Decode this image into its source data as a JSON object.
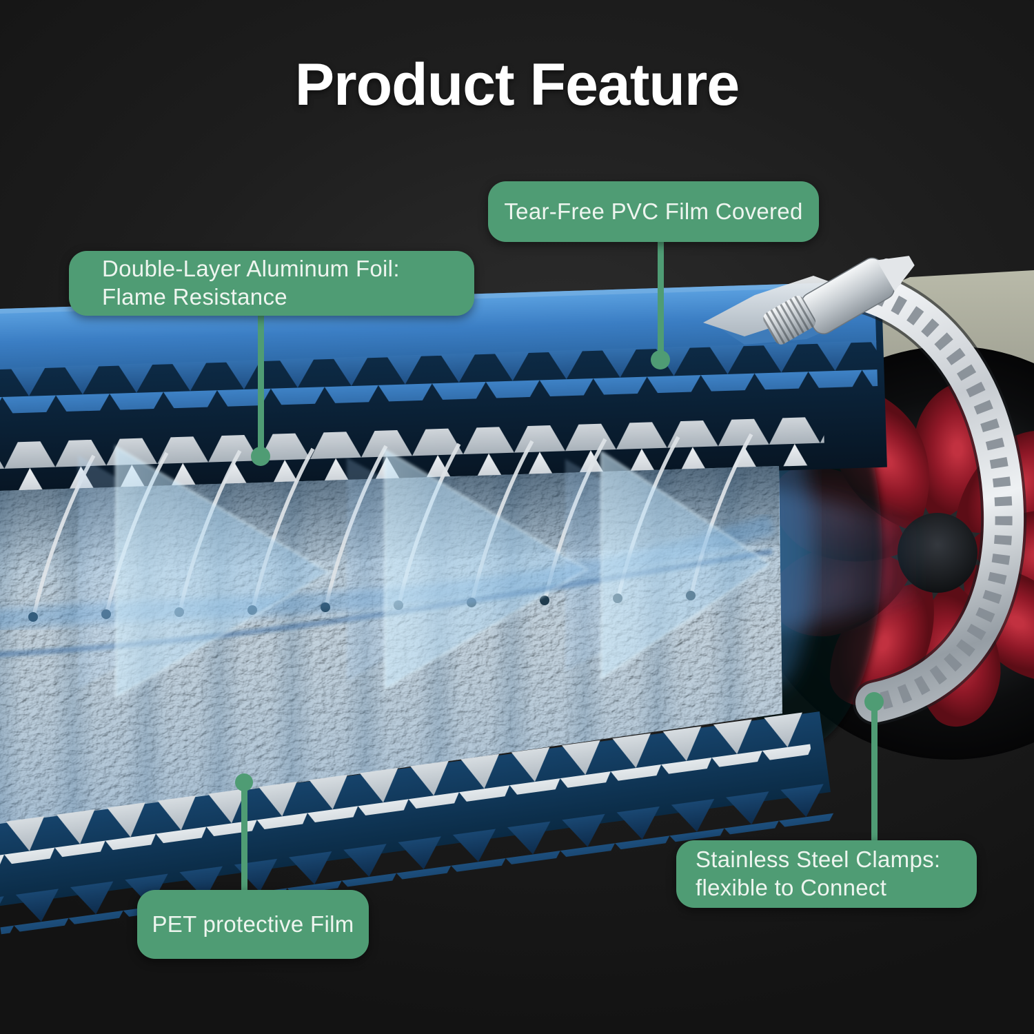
{
  "title": "Product Feature",
  "callouts": [
    {
      "name": "tear-free-pvc-film",
      "lines": [
        "Tear-Free PVC Film Covered"
      ]
    },
    {
      "name": "double-layer-aluminum-foil",
      "lines": [
        "Double-Layer Aluminum Foil:",
        "Flame Resistance"
      ]
    },
    {
      "name": "stainless-steel-clamps",
      "lines": [
        "Stainless Steel Clamps:",
        "flexible to Connect"
      ]
    },
    {
      "name": "pet-protective-film",
      "lines": [
        "PET protective Film"
      ]
    }
  ],
  "colors": {
    "badge_green": "#4f9c74",
    "background": "#1c1c1c",
    "title_white": "#ffffff",
    "pvc_blue": "#3d82c6",
    "navy_gap": "#0c2a44",
    "foil_silver": "#d3dade",
    "airflow_blue": "#bfe0f6",
    "fan_red": "#9e1b29",
    "clamp_silver": "#d9dee2",
    "bracket_olive": "#a7a897"
  }
}
